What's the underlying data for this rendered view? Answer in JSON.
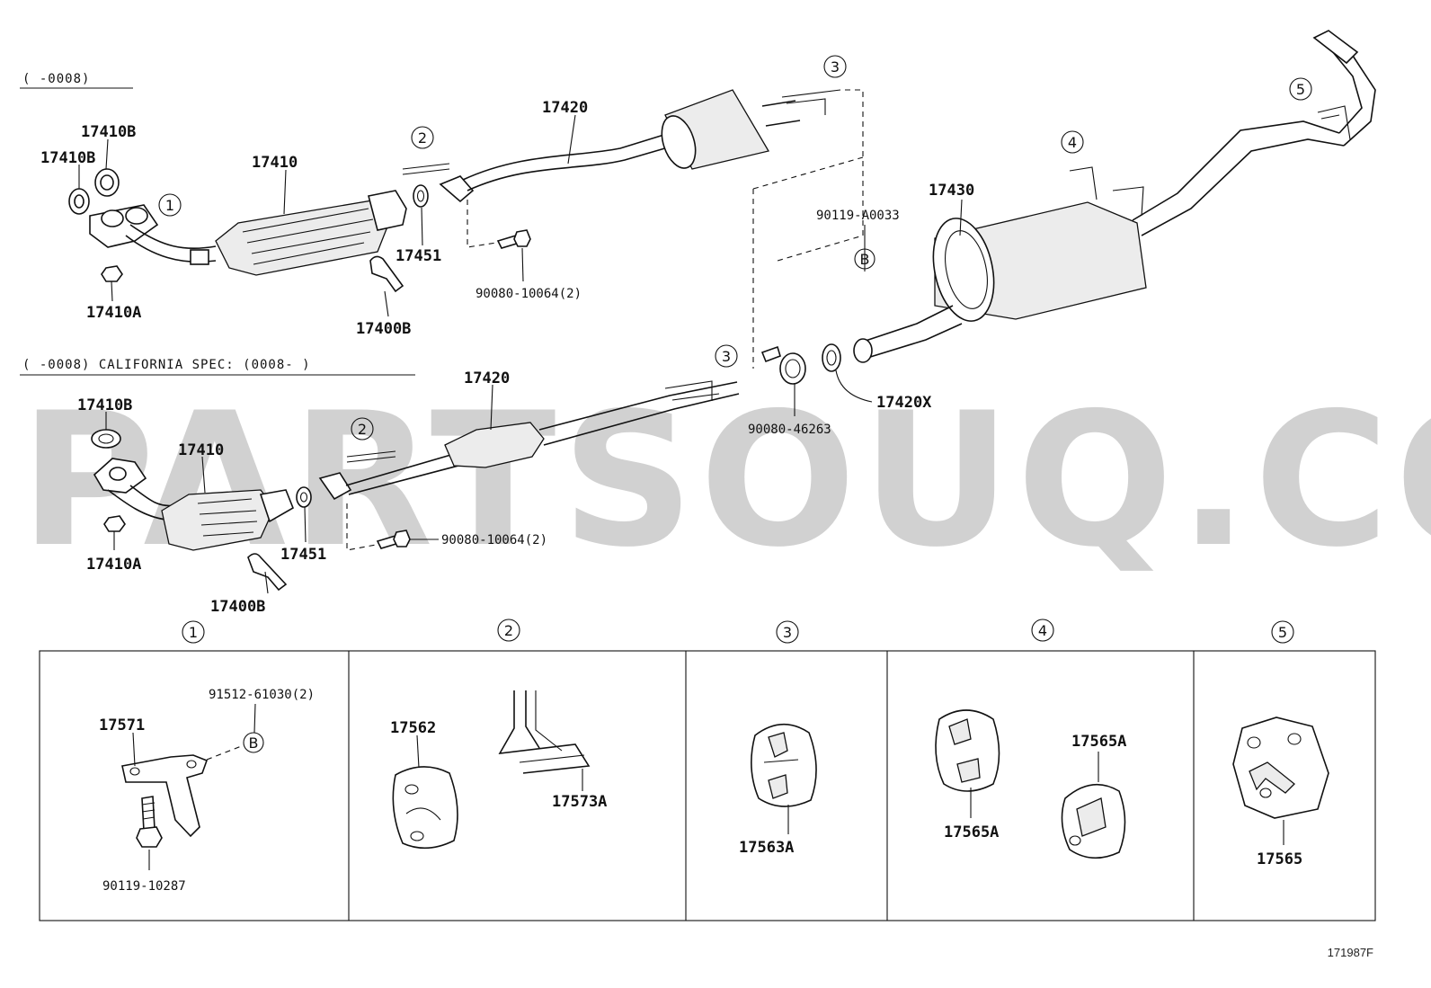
{
  "captions": {
    "upper": "(      -0008)",
    "lower": "(      -0008) CALIFORNIA SPEC: (0008-        )"
  },
  "callouts": [
    "1",
    "2",
    "3",
    "4",
    "5"
  ],
  "ref_letter": "B",
  "parts": {
    "p17410B": "17410B",
    "p17410": "17410",
    "p17410A": "17410A",
    "p17400B": "17400B",
    "p17451": "17451",
    "p17420": "17420",
    "p90080_10064": "90080-10064(2)",
    "p90119_A0033": "90119-A0033",
    "p17430": "17430",
    "p90080_46263": "90080-46263",
    "p17420X": "17420X",
    "p17571": "17571",
    "p91512_61030": "91512-61030(2)",
    "p90119_10287": "90119-10287",
    "p17562": "17562",
    "p17573A": "17573A",
    "p17563A": "17563A",
    "p17565A": "17565A",
    "p17565": "17565"
  },
  "watermark": "PARTSOUQ.COM",
  "figure_ref": "171987F"
}
